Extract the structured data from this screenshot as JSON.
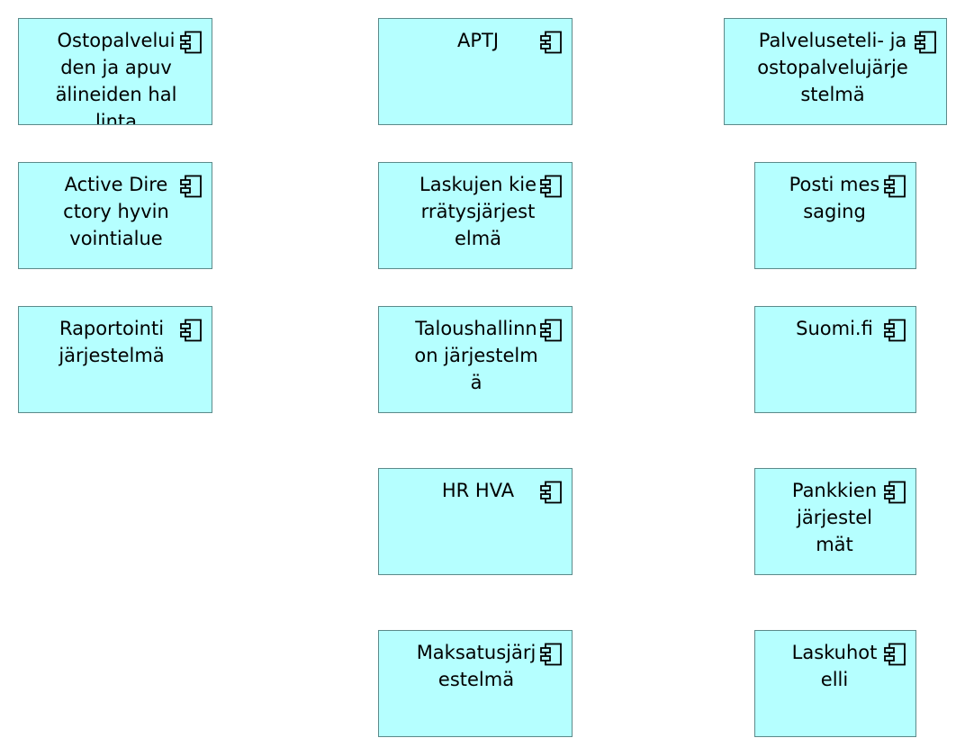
{
  "diagram": {
    "elements": [
      {
        "id": "ostopalvelut",
        "label": "Ostopalveluiden ja apuvälineiden hallinta",
        "type": "application-component"
      },
      {
        "id": "aptj",
        "label": "APTJ",
        "type": "application-component"
      },
      {
        "id": "palveluseteli",
        "label": "Palveluseteli- ja ostopalvelujärjestelmä",
        "type": "application-component"
      },
      {
        "id": "active-directory",
        "label": "Active Directory hyvinvointialue",
        "type": "application-component"
      },
      {
        "id": "laskujen-kierratys",
        "label": "Laskujen kierrätysjärjestelmä",
        "type": "application-component"
      },
      {
        "id": "posti-messaging",
        "label": "Posti messaging",
        "type": "application-component"
      },
      {
        "id": "raportointi",
        "label": "Raportointi järjestelmä",
        "type": "application-component"
      },
      {
        "id": "taloushallinto",
        "label": "Taloushallinnon järjestelmä",
        "type": "application-component"
      },
      {
        "id": "suomifi",
        "label": "Suomi.fi",
        "type": "application-component"
      },
      {
        "id": "hr-hva",
        "label": "HR HVA",
        "type": "application-component"
      },
      {
        "id": "pankkien",
        "label": "Pankkien järjestelmät",
        "type": "application-component"
      },
      {
        "id": "maksatus",
        "label": "Maksatusjärjestelmä",
        "type": "application-component"
      },
      {
        "id": "laskuhotelli",
        "label": "Laskuhotelli",
        "type": "application-component"
      }
    ],
    "icon": "application-component-icon",
    "fill_color": "#b5ffff",
    "border_color": "#5c8a8a"
  }
}
